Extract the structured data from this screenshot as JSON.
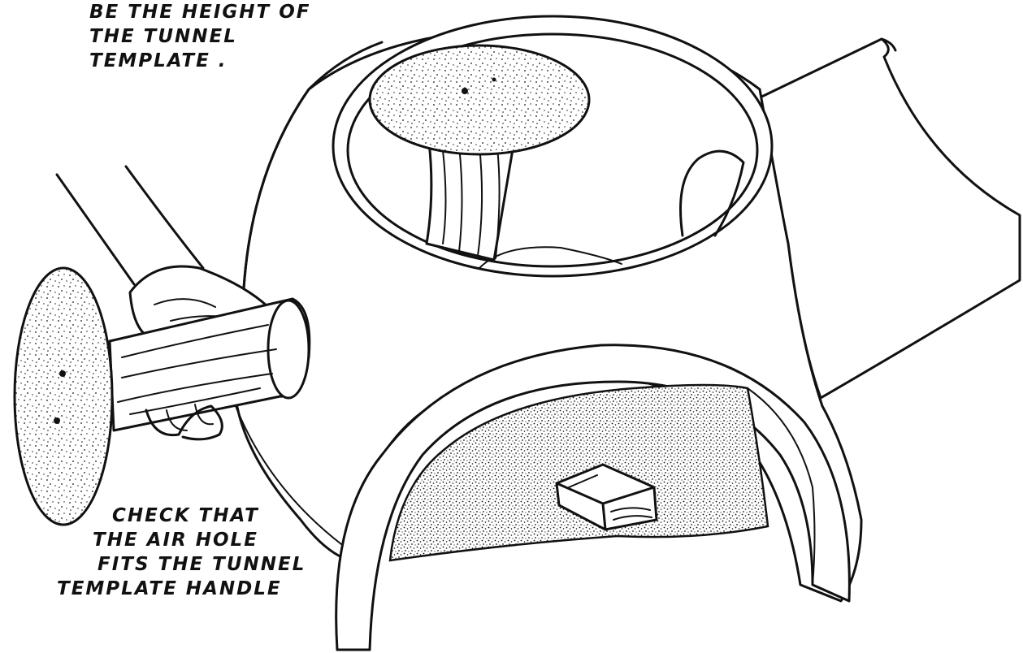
{
  "top_note": {
    "lines": [
      "BE THE HEIGHT OF",
      "THE TUNNEL",
      "TEMPLATE ."
    ]
  },
  "bottom_note": {
    "lines": [
      "CHECK THAT",
      "THE AIR HOLE",
      "FITS THE TUNNEL",
      "TEMPLATE HANDLE"
    ]
  }
}
